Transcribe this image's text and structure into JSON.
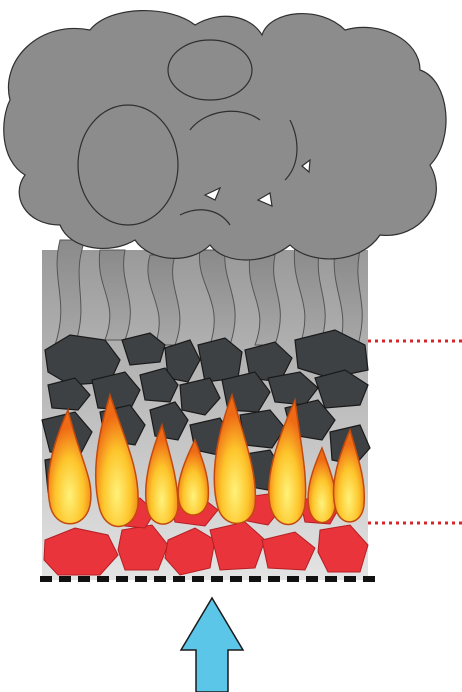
{
  "diagram": {
    "colors": {
      "smoke": "#8c8c8c",
      "smoke_outline": "#333333",
      "coal": "#3e4143",
      "ember": "#e8343a",
      "flame_outer": "#f07a1c",
      "flame_inner": "#fdd835",
      "air_arrow": "#5bc6e8",
      "grate": "#111111",
      "zone_marker": "#d6262b"
    },
    "icons": [
      "smoke-cloud",
      "smoke-wisps",
      "coal-layer",
      "flames",
      "ember-bed",
      "grate",
      "air-inlet-arrow"
    ]
  }
}
